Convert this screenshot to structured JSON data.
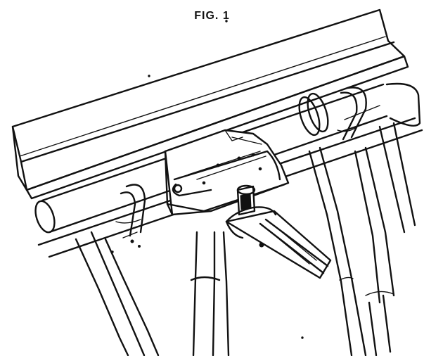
{
  "figure": {
    "title": "FIG. 1"
  },
  "parts": [
    {
      "name": "angle-rail",
      "icon": "angle-iron-rail"
    },
    {
      "name": "round-tube",
      "icon": "horizontal-tube"
    },
    {
      "name": "clamp-bracket",
      "icon": "mounting-bracket"
    },
    {
      "name": "wrench",
      "icon": "adjustable-wrench"
    },
    {
      "name": "u-bolt-left",
      "icon": "u-bolt"
    },
    {
      "name": "u-bolt-right",
      "icon": "u-bolt"
    },
    {
      "name": "legs",
      "icon": "support-legs"
    }
  ],
  "colors": {
    "ink": "#111111",
    "paper": "#ffffff"
  }
}
